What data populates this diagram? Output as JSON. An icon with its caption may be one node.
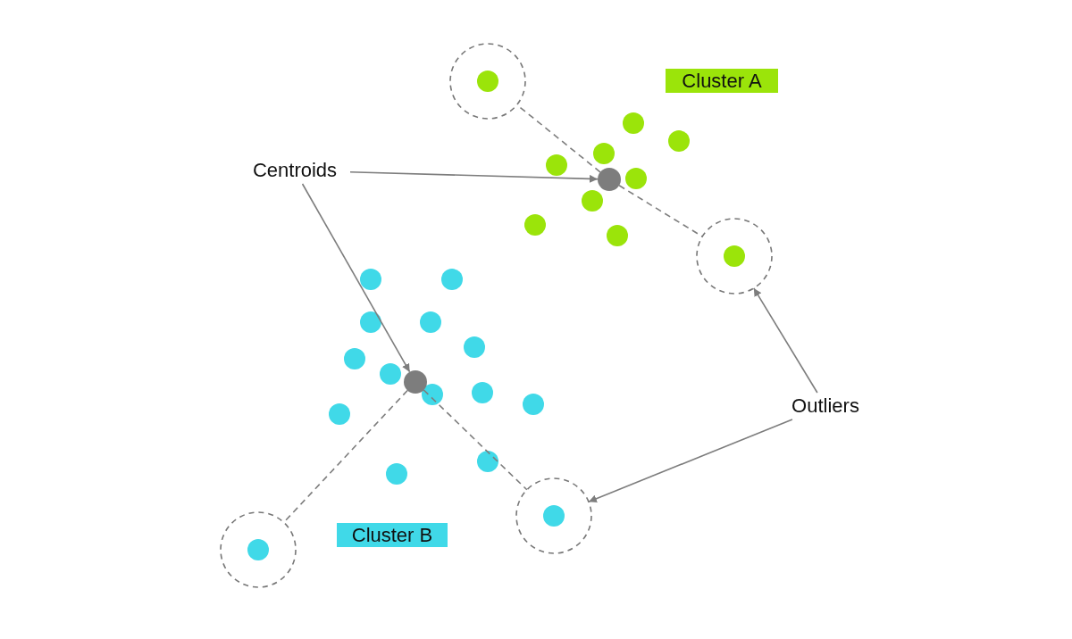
{
  "diagram": {
    "nodes": [
      {
        "text": [],
        "shape": "circle"
      },
      {
        "text": [
          "Cluster A"
        ]
      },
      {
        "text": [
          "Centroids"
        ]
      },
      {
        "text": [],
        "shape": "circle"
      },
      {
        "text": [],
        "shape": "circle"
      },
      {
        "text": [],
        "shape": "circle"
      },
      {
        "text": [
          "Outliers"
        ]
      },
      {
        "text": [],
        "shape": "circle"
      },
      {
        "text": [
          "Cluster B"
        ]
      },
      {
        "text": [],
        "shape": "circle"
      }
    ],
    "edges": [
      {
        "from": 2,
        "to": 3,
        "arrow": "to"
      },
      {
        "from": 2,
        "to": 5,
        "arrow": "to"
      },
      {
        "from": 6,
        "to": 4,
        "arrow": "to"
      },
      {
        "from": 6,
        "to": 7,
        "arrow": "to"
      },
      {
        "from": 3,
        "to": 0,
        "arrow": "none",
        "style": "dashed"
      },
      {
        "from": 3,
        "to": 4,
        "arrow": "none",
        "style": "dashed"
      },
      {
        "from": 5,
        "to": 9,
        "arrow": "none",
        "style": "dashed"
      },
      {
        "from": 5,
        "to": 7,
        "arrow": "none",
        "style": "dashed"
      }
    ]
  }
}
